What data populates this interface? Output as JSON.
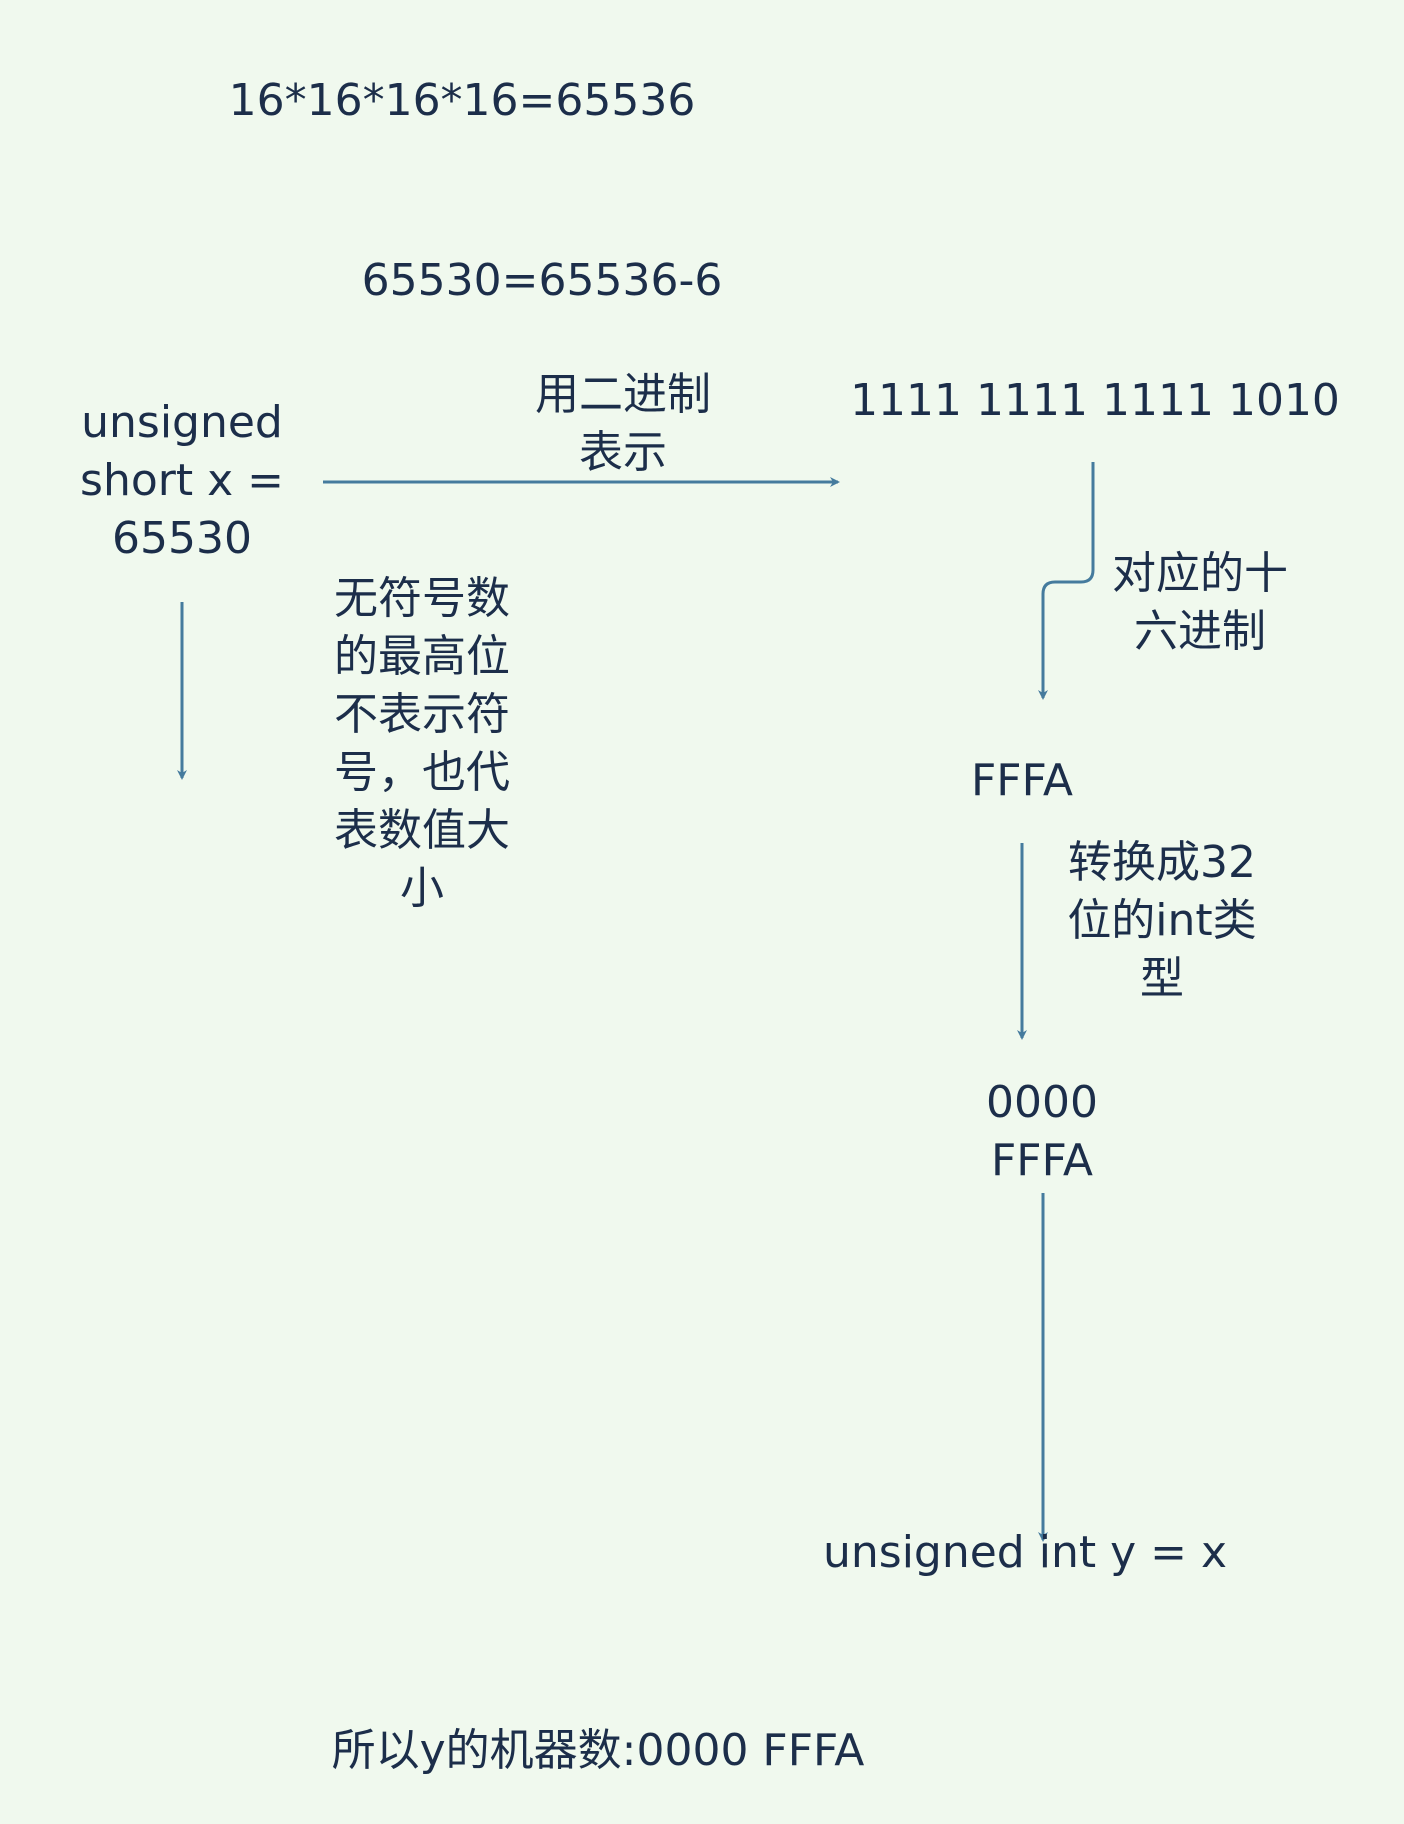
{
  "diagram": {
    "colors": {
      "background": "#f0f9ee",
      "text": "#1c2e4a",
      "arrow": "#457b9d"
    },
    "nodes": {
      "power_formula": "16*16*16*16=65536",
      "subtraction_formula": "65530=65536-6",
      "short_declaration": "unsigned\nshort x =\n65530",
      "binary_value": "1111 1111 1111 1010",
      "hex_value": "FFFA",
      "int32_value": "0000\nFFFA",
      "int_declaration": "unsigned int y = x",
      "conclusion": "所以y的机器数:0000 FFFA"
    },
    "edge_labels": {
      "to_binary": "用二进制\n表示",
      "to_hex": "对应的十\n六进制",
      "to_int32": "转换成32\n位的int类\n型"
    },
    "annotations": {
      "unsigned_note": "无符号数\n的最高位\n不表示符\n号，也代\n表数值大\n小"
    }
  }
}
